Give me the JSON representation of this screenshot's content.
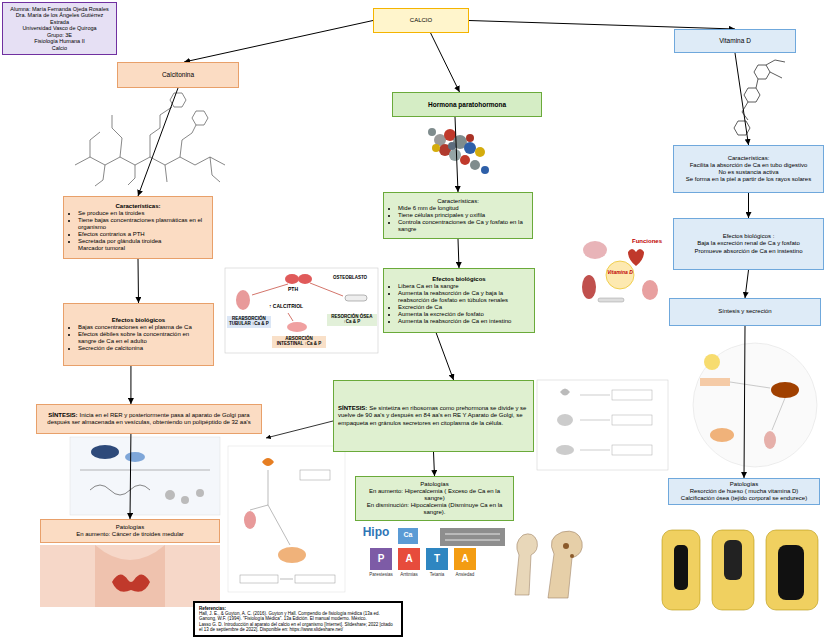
{
  "diagram": {
    "nodes": [
      {
        "text": [
          "Alumna: María Fernanda Ojeda Rosales",
          "Dra. María de los Ángeles Gutiérrez Estrada",
          "Universidad Vasco de Quiroga",
          "Grupo: 3E",
          "Fisiología Humana II",
          "Calcio"
        ]
      },
      {
        "text": [
          "CALCIO"
        ]
      },
      {
        "text": [
          "Calcitonina"
        ]
      },
      {
        "text": [
          "Vitamina D"
        ]
      },
      {
        "text": [
          "Hormona paratohormona"
        ]
      },
      {
        "text": [
          "Características:",
          "Se produce en la tiroides",
          "Tiene bajas concentraciones plasmáticas en el organismo",
          "Efectos contrarios a PTH",
          "Secretada por glándula tiroidea",
          "Marcador tumoral"
        ]
      },
      {
        "text": [
          "Características:",
          "Mide 6 mm de longitud",
          "Tiene células principales y oxifila",
          "Controla concentraciones de Ca y fosfato en la sangre"
        ]
      },
      {
        "text": [
          "Características:",
          "Facilita la absorción de Ca en tubo digestivo",
          "No es sustancia activa",
          "Se forma en la piel a partir de los rayos solares"
        ]
      },
      {
        "text": [
          "Efectos biológicos :",
          "Baja la excreción renal de Ca y fosfato",
          "Promueve absorción de Ca en instestino"
        ]
      },
      {
        "text": [
          "Efectos biológicos",
          "Libera Ca en la sangre",
          "Aumenta la reabsorción de Ca y baja la reabsorción de fosfato en túbulos renales",
          "Excreción de Ca",
          "Aumenta la excreción de fosfato",
          "Aumenta la reabsorción de Ca en intestino"
        ]
      },
      {
        "text": [
          "Efectos biológicos",
          "Bajas concentraciones en el plasma de Ca",
          "Efectos débiles sobre la concentración en sangre de Ca en el adulto",
          "Secreción de calcitonina"
        ]
      },
      {
        "text": [
          "Síntesis y secreción"
        ]
      },
      {
        "text": [
          "SÍNTESIS:",
          "Inicia en el RER y posteriormente pasa al aparato de Golgi para después ser almacenada en vesículas, obteniendo un polipéptido de 32 aa's"
        ]
      },
      {
        "text": [
          "SÍNTESIS:",
          "Se sintetiza en ribosomas como prehormona se divide y se vuelve de 90 aa's y después en 84 aa's en RE Y Aparato de Golgi, se empaqueta en gránulos secretores en citoplasma de la célula."
        ]
      },
      {
        "text": [
          "Patologías",
          "Resorción de hueso ( mucha vitamina D)",
          "Calcificación ósea (tejido corporal se endurece)"
        ]
      },
      {
        "text": [
          "Patologías",
          "En aumento: Hipercalcemia ( Exceso de Ca en la sangre)",
          "En disminución: Hipocalcemia (Disminuye Ca en la sangre)."
        ]
      },
      {
        "text": [
          "Patologías",
          "En aumento: Cáncer de tiroides medular"
        ]
      },
      {
        "text": [
          "Referencias:",
          "Hall, J. E., & Guyton, A. C. (2016). Guyton y Hall. Compendio de fisiología médica (13a ed.",
          "Ganong, W.F. (1994). \"Fisiología Médica\". 13a Edición. El manual moderno. México.",
          "Lasso G. D. Introducción al aparato del calcio en el organismo [Internet]. Slideshare; 2022 [citado el 13 de septiembre de 2022]. Disponible en: https://www.slideshare.net/"
        ]
      }
    ],
    "edges": [
      {
        "from": 1,
        "to": 2,
        "arrow": "to"
      },
      {
        "from": 1,
        "to": 4,
        "arrow": "to"
      },
      {
        "from": 1,
        "to": 3,
        "arrow": "to"
      },
      {
        "from": 2,
        "to": 5,
        "arrow": "to"
      },
      {
        "from": 5,
        "to": 10,
        "arrow": "to"
      },
      {
        "from": 10,
        "to": 12,
        "arrow": "to"
      },
      {
        "from": 12,
        "to": 16,
        "arrow": "to"
      },
      {
        "from": 4,
        "to": 6,
        "arrow": "to"
      },
      {
        "from": 6,
        "to": 9,
        "arrow": "to"
      },
      {
        "from": 9,
        "to": 13,
        "arrow": "to"
      },
      {
        "from": 13,
        "to": 15,
        "arrow": "to"
      },
      {
        "from": 3,
        "to": 7,
        "arrow": "to"
      },
      {
        "from": 7,
        "to": 8,
        "arrow": "to"
      },
      {
        "from": 8,
        "to": 11,
        "arrow": "to"
      },
      {
        "from": 11,
        "to": 14,
        "arrow": "to"
      }
    ],
    "labels": [
      "PTH",
      "↑ CALCITRIOL",
      "OSTEOBLASTO",
      "REABSORCIÓN TUBULAR ↑Ca & P",
      "ABSORCIÓN INTESTINAL ↑Ca & P",
      "RESORCIÓN ÓSEA ↑Ca & P",
      "Funciones",
      "Vitamina D",
      "Hipo",
      "Ca",
      "P",
      "A",
      "T",
      "A",
      "Parestesias",
      "Arritmias",
      "Tetania",
      "Ansiedad"
    ]
  }
}
